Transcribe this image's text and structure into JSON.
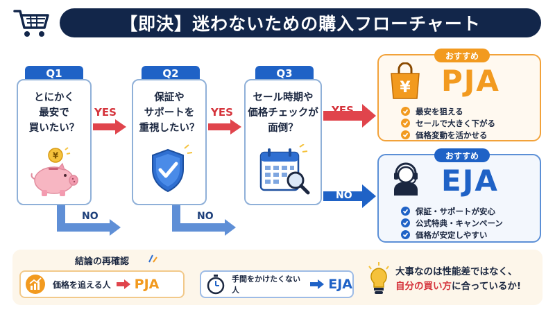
{
  "header": {
    "title": "【即決】迷わないための購入フローチャート",
    "cart_icon": "shopping-cart-icon"
  },
  "questions": [
    {
      "tab": "Q1",
      "lines": [
        "とにかく",
        "最安で",
        "買いたい？"
      ],
      "icon": "piggy-bank-yen-icon"
    },
    {
      "tab": "Q2",
      "lines": [
        "保証や",
        "サポートを",
        "重視したい？"
      ],
      "icon": "shield-check-icon"
    },
    {
      "tab": "Q3",
      "lines": [
        "セール時期や",
        "価格チェックが",
        "面倒？"
      ],
      "icon": "calendar-search-icon"
    }
  ],
  "arrows": {
    "yes": "YES",
    "no": "NO"
  },
  "results": {
    "pja": {
      "tag": "おすすめ",
      "name": "PJA",
      "features": [
        "最安を狙える",
        "セールで大きく下がる",
        "価格変動を活かせる"
      ],
      "icon": "shopping-bag-yen-icon",
      "color": "#f29a1f"
    },
    "eja": {
      "tag": "おすすめ",
      "name": "EJA",
      "features": [
        "保証・サポートが安心",
        "公式特典・キャンペーン",
        "価格が安定しやすい"
      ],
      "icon": "support-headset-icon",
      "color": "#1f62c6"
    }
  },
  "conclusion": {
    "title": "結論の再確認",
    "item1": {
      "text": "価格を追える人",
      "name": "PJA",
      "icon": "rising-chart-icon"
    },
    "item2": {
      "text": "手間をかけたくない人",
      "name": "EJA",
      "icon": "stopwatch-icon"
    },
    "message_line1": "大事なのは性能差ではなく、",
    "message_line2_highlight": "自分の買い方",
    "message_line2_rest": "に合っているか!",
    "message_icon": "lightbulb-icon"
  }
}
